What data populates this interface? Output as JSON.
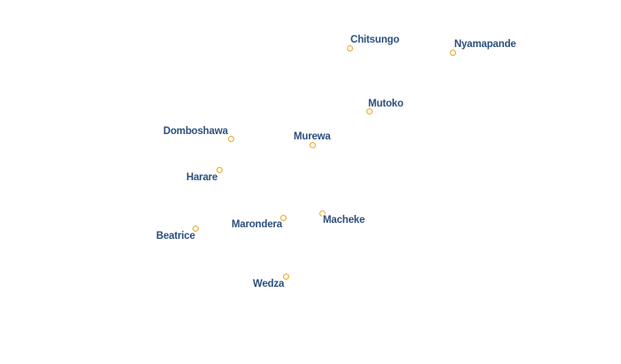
{
  "map": {
    "places": [
      {
        "name": "Chitsungo"
      },
      {
        "name": "Nyamapande"
      },
      {
        "name": "Mutoko"
      },
      {
        "name": "Domboshawa"
      },
      {
        "name": "Murewa"
      },
      {
        "name": "Harare"
      },
      {
        "name": "Marondera"
      },
      {
        "name": "Macheke"
      },
      {
        "name": "Beatrice"
      },
      {
        "name": "Wedza"
      }
    ]
  },
  "colors": {
    "label_text": "#2d4f7f",
    "label_halo": "#ffffff",
    "marker_stroke": "#e8a93a",
    "marker_fill": "#fff6e4"
  }
}
